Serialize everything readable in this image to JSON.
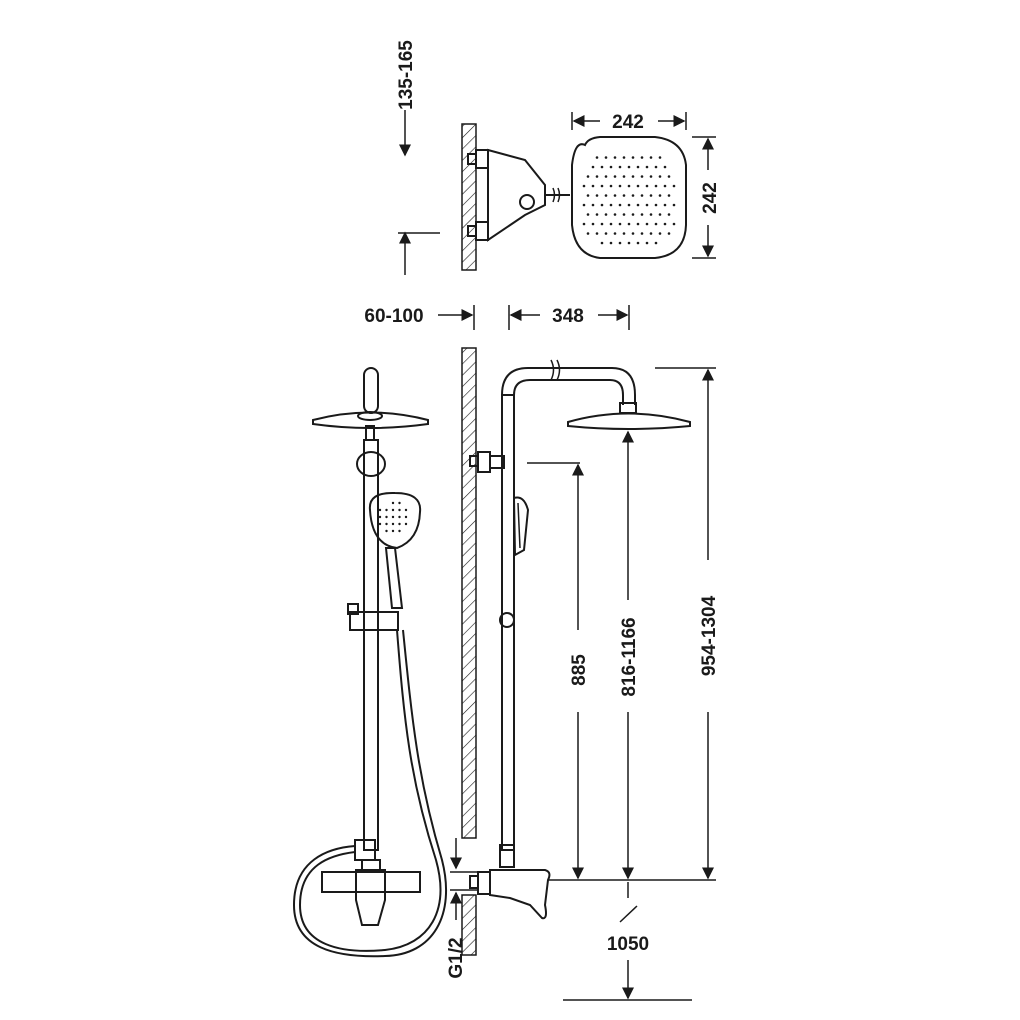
{
  "dimensions": {
    "wall_offset": "135-165",
    "head_width": "242",
    "head_depth": "242",
    "inlet_spacing": "60-100",
    "arm_reach": "348",
    "slide_height": "885",
    "head_height_range": "816-1166",
    "total_height_range": "954-1304",
    "mixer_height": "1050",
    "inlet_thread": "G1/2"
  }
}
